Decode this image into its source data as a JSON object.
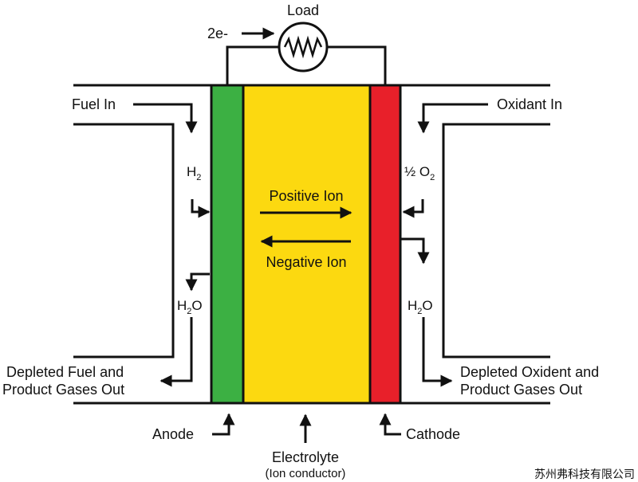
{
  "colors": {
    "anode": "#3cb043",
    "electrolyte": "#fcd910",
    "cathode": "#e8202a",
    "line": "#111111"
  },
  "labels": {
    "load": "Load",
    "electrons": "2e-",
    "fuel_in": "Fuel In",
    "oxidant_in": "Oxidant In",
    "h2_main": "H",
    "h2_sub": "2",
    "o2_main": "½ O",
    "o2_sub": "2",
    "h2o_left_main": "H",
    "h2o_left_sub": "2",
    "h2o_left_tail": "O",
    "h2o_right_main": "H",
    "h2o_right_sub": "2",
    "h2o_right_tail": "O",
    "positive_ion": "Positive Ion",
    "negative_ion": "Negative Ion",
    "depleted_fuel_line1": "Depleted Fuel and",
    "depleted_fuel_line2": "Product Gases Out",
    "depleted_oxidant_line1": "Depleted Oxident and",
    "depleted_oxidant_line2": "Product Gases Out",
    "anode": "Anode",
    "cathode": "Cathode",
    "electrolyte": "Electrolyte",
    "ion_conductor": "(Ion conductor)",
    "watermark": "苏州弗科技有限公司"
  }
}
